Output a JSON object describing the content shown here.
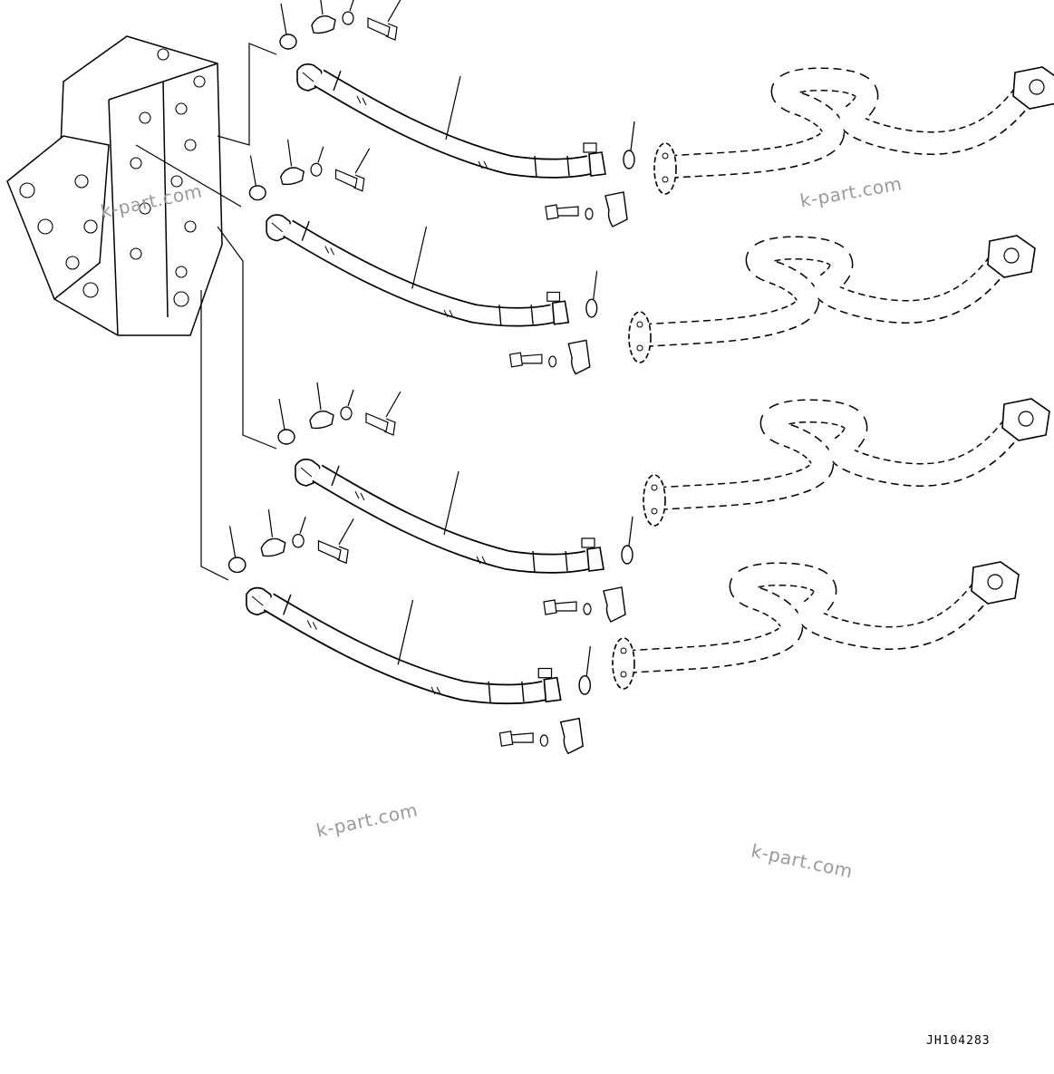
{
  "drawing": {
    "code": "JH104283",
    "watermarks": [
      "k-part.com",
      "k-part.com",
      "k-part.com",
      "k-part.com"
    ]
  }
}
